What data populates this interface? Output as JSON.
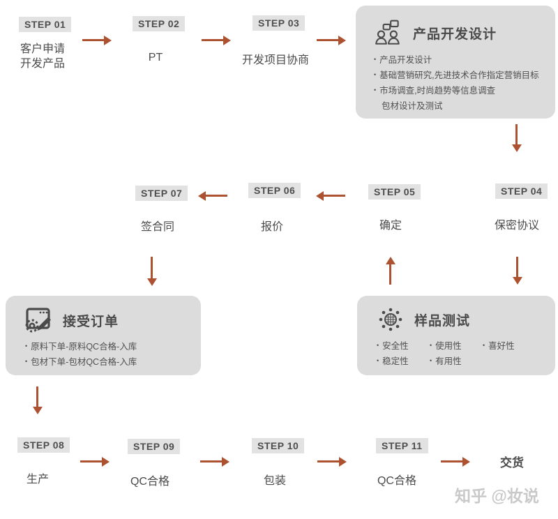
{
  "watermark": "知乎 @妆说",
  "colors": {
    "arrow": "#ad5230",
    "panel_bg": "#dcdcdc",
    "step_label_bg": "#e2e2e2",
    "text": "#4a4a4a",
    "watermark": "#c9c9c9"
  },
  "steps": [
    {
      "label": "STEP 01",
      "caption": "客户申请\n开发产品"
    },
    {
      "label": "STEP 02",
      "caption": "PT"
    },
    {
      "label": "STEP 03",
      "caption": "开发项目协商"
    },
    {
      "label": "STEP 04",
      "caption": "保密协议"
    },
    {
      "label": "STEP 05",
      "caption": "确定"
    },
    {
      "label": "STEP 06",
      "caption": "报价"
    },
    {
      "label": "STEP 07",
      "caption": "签合同"
    },
    {
      "label": "STEP 08",
      "caption": "生产"
    },
    {
      "label": "STEP 09",
      "caption": "QC合格"
    },
    {
      "label": "STEP 10",
      "caption": "包装"
    },
    {
      "label": "STEP 11",
      "caption": "QC合格"
    }
  ],
  "final_step": {
    "caption": "交货"
  },
  "panels": {
    "design": {
      "icon": "people-discussion-icon",
      "title": "产品开发设计",
      "bullets": [
        "产品开发设计",
        "基础营销研究,先进技术合作指定营销目标",
        "市场调查,时尚趋势等信息调查"
      ],
      "continuation": "包材设计及测试"
    },
    "order": {
      "icon": "order-window-gear-pencil-icon",
      "title": "接受订单",
      "bullets": [
        "原料下单-原料QC合格-入库",
        "包材下单-包材QC合格-入库"
      ]
    },
    "sample": {
      "icon": "sample-test-icon",
      "title": "样品测试",
      "bullets": [
        "安全性",
        "使用性",
        "喜好性",
        "稳定性",
        "有用性"
      ]
    }
  }
}
